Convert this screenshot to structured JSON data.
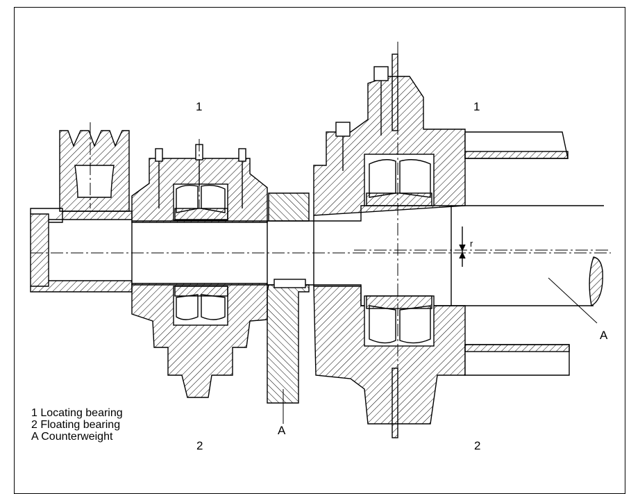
{
  "labels": {
    "bearing_top_left": "1",
    "bearing_top_right": "1",
    "bearing_bottom_left": "2",
    "bearing_bottom_right": "2",
    "counterweight_left": "A",
    "counterweight_right": "A",
    "eccentricity": "r"
  },
  "legend": [
    "1  Locating bearing",
    "2  Floating bearing",
    "A  Counterweight"
  ],
  "colors": {
    "line": "#000000",
    "background": "#ffffff"
  }
}
